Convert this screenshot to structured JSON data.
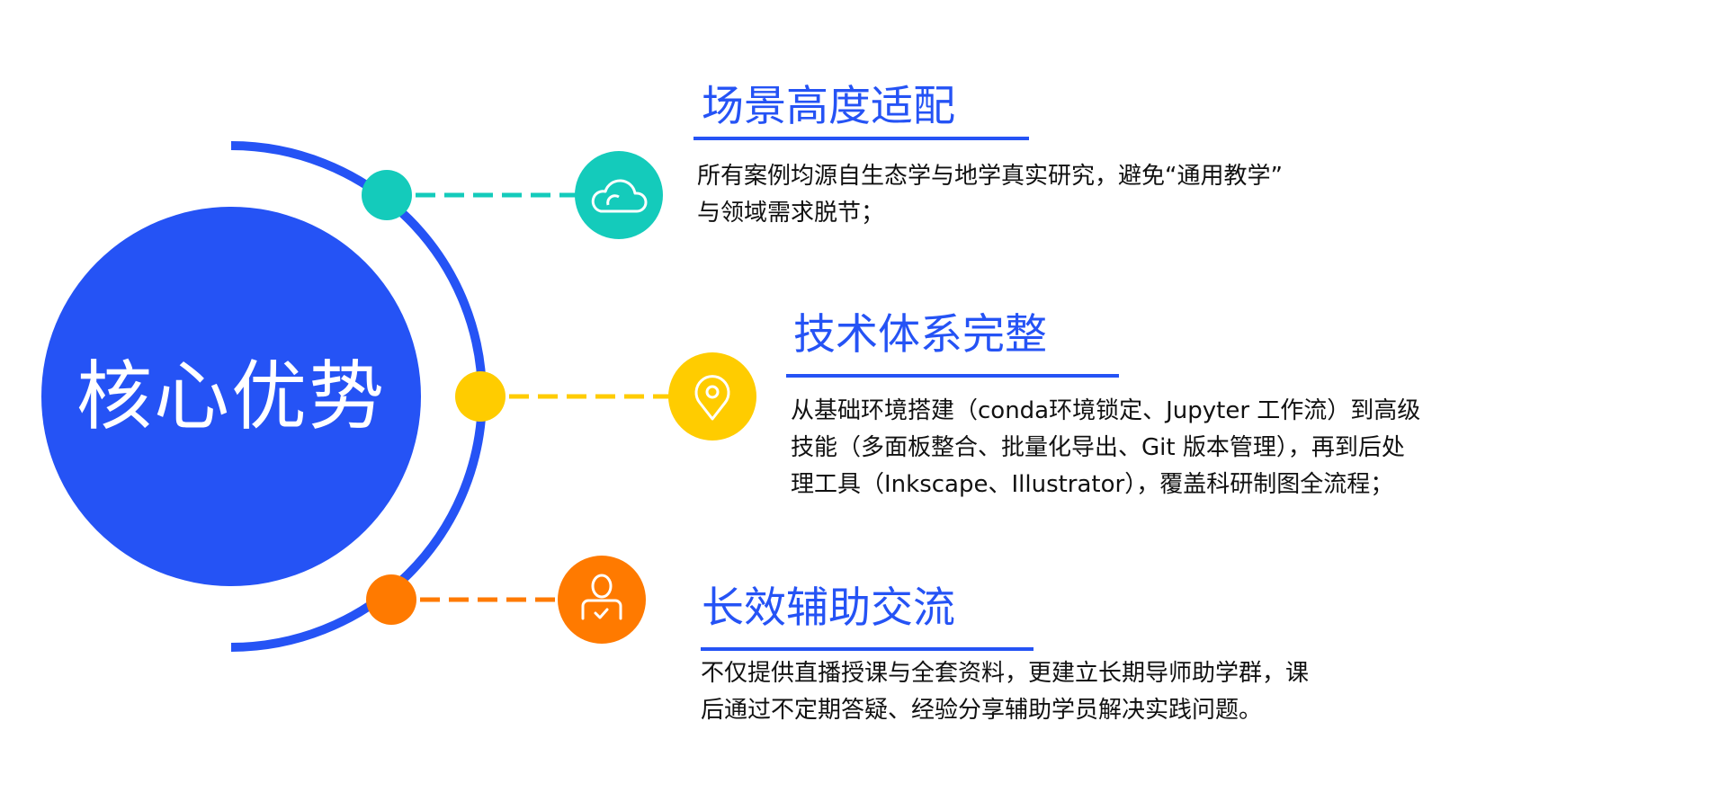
{
  "core": {
    "label": "核心优势",
    "color": "#2553F5"
  },
  "items": [
    {
      "title": "场景高度适配",
      "color": "#14CBBB",
      "icon": "cloud-icon",
      "lines": [
        "所有案例均源自生态学与地学真实研究，避免“通用教学”",
        "与领域需求脱节；"
      ]
    },
    {
      "title": "技术体系完整",
      "color": "#FFCC00",
      "icon": "location-pin-icon",
      "lines": [
        "从基础环境搭建（conda环境锁定、Jupyter 工作流）到高级",
        "技能（多面板整合、批量化导出、Git 版本管理），再到后处",
        "理工具（Inkscape、Illustrator），覆盖科研制图全流程；"
      ]
    },
    {
      "title": "长效辅助交流",
      "color": "#FF7A00",
      "icon": "user-check-icon",
      "lines": [
        "不仅提供直播授课与全套资料，更建立长期导师助学群，课",
        "后通过不定期答疑、经验分享辅助学员解决实践问题。"
      ]
    }
  ]
}
